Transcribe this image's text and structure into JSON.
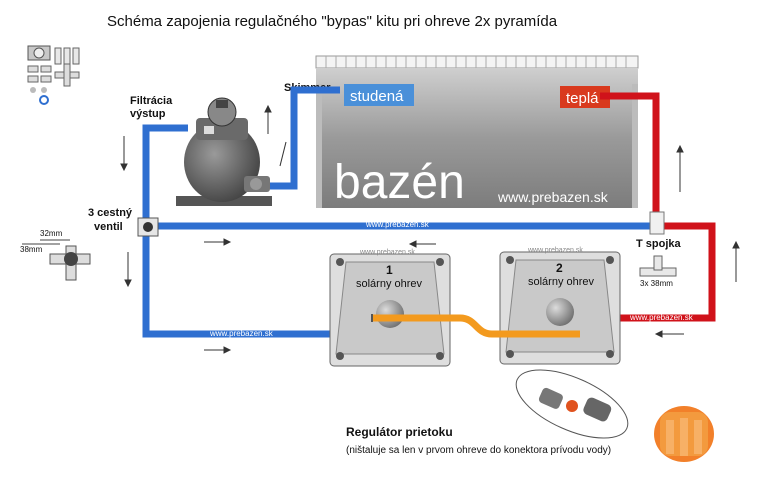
{
  "title": "Schéma zapojenia regulačného \"bypas\" kitu pri ohreve 2x pyramída",
  "pool": {
    "label": "bazén",
    "website": "www.prebazen.sk",
    "cold_label": "studená",
    "warm_label": "teplá"
  },
  "labels": {
    "skimmer": "Skimmer",
    "filtration_line1": "Filtrácia",
    "filtration_line2": "výstup",
    "valve_line1": "3 cestný",
    "valve_line2": "ventil",
    "t_joint": "T spojka",
    "t_joint_size": "3x 38mm",
    "dim_32": "32mm",
    "dim_38": "38mm"
  },
  "pipe_watermark": "www.prebazen.sk",
  "heaters": [
    {
      "number": "1",
      "label": "solárny ohrev"
    },
    {
      "number": "2",
      "label": "solárny ohrev"
    }
  ],
  "regulator": {
    "title": "Regulátor prietoku",
    "note": "(ništaluje sa len v prvom ohreve do konektora prívodu vody)"
  },
  "colors": {
    "cold_pipe": "#2f6fd0",
    "warm_pipe": "#d0121a",
    "orange_pipe": "#f39a1e",
    "cold_badge": "#4a90d9",
    "warm_badge": "#d93a1e"
  }
}
